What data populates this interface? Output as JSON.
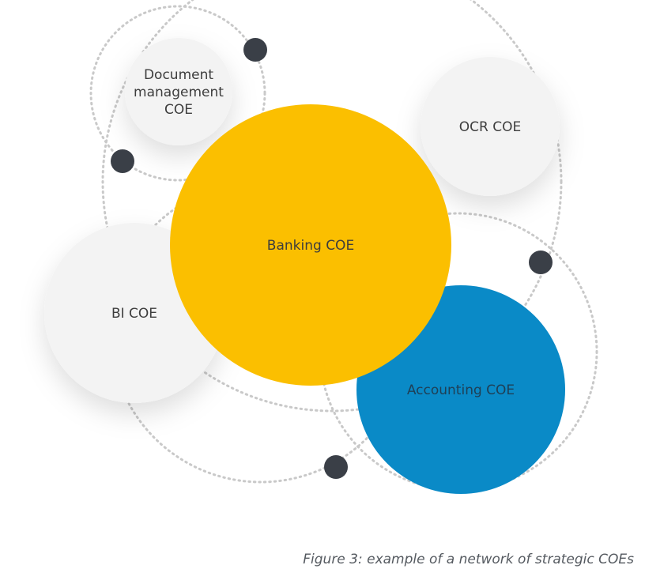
{
  "diagram": {
    "nodes": {
      "document": {
        "lines": [
          "Document",
          "management",
          "COE"
        ],
        "fill": "#f3f3f3",
        "text_color": "#3d3d3d"
      },
      "ocr": {
        "lines": [
          "OCR COE"
        ],
        "fill": "#f3f3f3",
        "text_color": "#3d3d3d"
      },
      "banking": {
        "lines": [
          "Banking COE"
        ],
        "fill": "#fbbf00",
        "text_color": "#3d3d3d"
      },
      "bi": {
        "lines": [
          "BI COE"
        ],
        "fill": "#f3f3f3",
        "text_color": "#3d3d3d"
      },
      "accounting": {
        "lines": [
          "Accounting COE"
        ],
        "fill": "#0a8ac7",
        "text_color": "#1f3f55"
      }
    },
    "connector_color": "#3a3f47",
    "dashed_ring_color": "#c9c9c9"
  },
  "caption": "Figure 3: example of a network of strategic COEs"
}
